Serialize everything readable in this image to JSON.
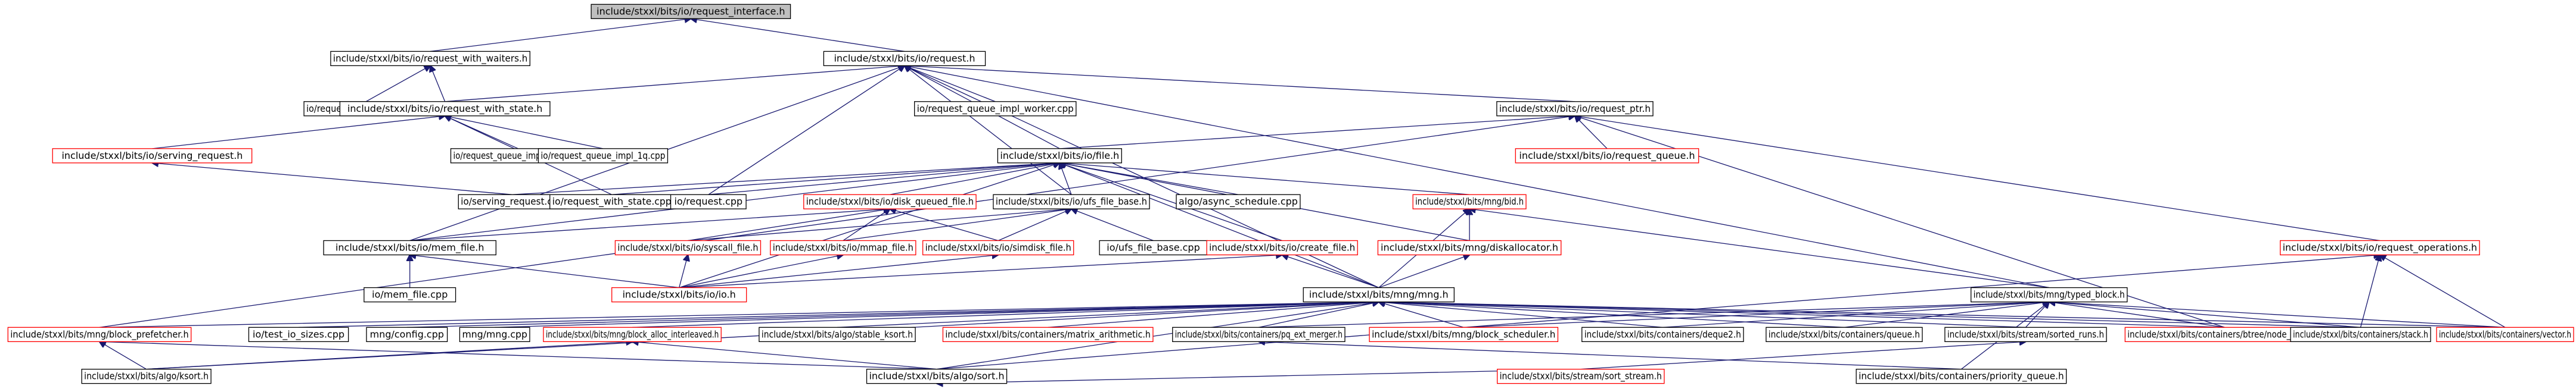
{
  "graph": {
    "edge_color": "#191970",
    "node_border": "#000000",
    "red_border": "#ff0000",
    "root_fill": "#bfbfbf",
    "nodes": [
      {
        "id": "root",
        "label": "include/stxxl/bits/io/request_interface.h",
        "style": "root"
      },
      {
        "id": "rww",
        "label": "include/stxxl/bits/io/request_with_waiters.h",
        "style": "black"
      },
      {
        "id": "req",
        "label": "include/stxxl/bits/io/request.h",
        "style": "black"
      },
      {
        "id": "rwwcpp",
        "label": "io/request_with_waiters.cpp",
        "style": "black"
      },
      {
        "id": "rws",
        "label": "include/stxxl/bits/io/request_with_state.h",
        "style": "black"
      },
      {
        "id": "rqiw",
        "label": "io/request_queue_impl_worker.cpp",
        "style": "black"
      },
      {
        "id": "rptr",
        "label": "include/stxxl/bits/io/request_ptr.h",
        "style": "black"
      },
      {
        "id": "servh",
        "label": "include/stxxl/bits/io/serving_request.h",
        "style": "red"
      },
      {
        "id": "rqiq",
        "label": "io/request_queue_impl_qwqr.cpp",
        "style": "black"
      },
      {
        "id": "rqi1",
        "label": "io/request_queue_impl_1q.cpp",
        "style": "black"
      },
      {
        "id": "rqh",
        "label": "include/stxxl/bits/io/request_queue.h",
        "style": "red"
      },
      {
        "id": "file",
        "label": "include/stxxl/bits/io/file.h",
        "style": "black"
      },
      {
        "id": "servcpp",
        "label": "io/serving_request.cpp",
        "style": "black"
      },
      {
        "id": "rwscpp",
        "label": "io/request_with_state.cpp",
        "style": "black"
      },
      {
        "id": "reqcpp",
        "label": "io/request.cpp",
        "style": "black"
      },
      {
        "id": "dqf",
        "label": "include/stxxl/bits/io/disk_queued_file.h",
        "style": "red"
      },
      {
        "id": "ufs",
        "label": "include/stxxl/bits/io/ufs_file_base.h",
        "style": "black"
      },
      {
        "id": "async",
        "label": "algo/async_schedule.cpp",
        "style": "black"
      },
      {
        "id": "bid",
        "label": "include/stxxl/bits/mng/bid.h",
        "style": "red"
      },
      {
        "id": "memf",
        "label": "include/stxxl/bits/io/mem_file.h",
        "style": "black"
      },
      {
        "id": "sysf",
        "label": "include/stxxl/bits/io/syscall_file.h",
        "style": "red"
      },
      {
        "id": "mmapf",
        "label": "include/stxxl/bits/io/mmap_file.h",
        "style": "red"
      },
      {
        "id": "simf",
        "label": "include/stxxl/bits/io/simdisk_file.h",
        "style": "red"
      },
      {
        "id": "ufscpp",
        "label": "io/ufs_file_base.cpp",
        "style": "black"
      },
      {
        "id": "cref",
        "label": "include/stxxl/bits/io/create_file.h",
        "style": "red"
      },
      {
        "id": "dalloc",
        "label": "include/stxxl/bits/mng/diskallocator.h",
        "style": "red"
      },
      {
        "id": "ropsh",
        "label": "include/stxxl/bits/io/request_operations.h",
        "style": "red"
      },
      {
        "id": "memcpp",
        "label": "io/mem_file.cpp",
        "style": "black"
      },
      {
        "id": "ioh",
        "label": "include/stxxl/bits/io/io.h",
        "style": "red"
      },
      {
        "id": "mngh",
        "label": "include/stxxl/bits/mng/mng.h",
        "style": "black"
      },
      {
        "id": "tblk",
        "label": "include/stxxl/bits/mng/typed_block.h",
        "style": "black"
      },
      {
        "id": "bpref",
        "label": "include/stxxl/bits/mng/block_prefetcher.h",
        "style": "red"
      },
      {
        "id": "iots",
        "label": "io/test_io_sizes.cpp",
        "style": "black"
      },
      {
        "id": "mngcfg",
        "label": "mng/config.cpp",
        "style": "black"
      },
      {
        "id": "mngcpp",
        "label": "mng/mng.cpp",
        "style": "black"
      },
      {
        "id": "balloc",
        "label": "include/stxxl/bits/mng/block_alloc_interleaved.h",
        "style": "red"
      },
      {
        "id": "ksort0",
        "label": "include/stxxl/bits/algo/stable_ksort.h",
        "style": "black"
      },
      {
        "id": "matarith",
        "label": "include/stxxl/bits/containers/matrix_arithmetic.h",
        "style": "red"
      },
      {
        "id": "pqext",
        "label": "include/stxxl/bits/containers/pq_ext_merger.h",
        "style": "black"
      },
      {
        "id": "bsched",
        "label": "include/stxxl/bits/mng/block_scheduler.h",
        "style": "red"
      },
      {
        "id": "deque2",
        "label": "include/stxxl/bits/containers/deque2.h",
        "style": "black"
      },
      {
        "id": "queueh",
        "label": "include/stxxl/bits/containers/queue.h",
        "style": "black"
      },
      {
        "id": "sruns",
        "label": "include/stxxl/bits/stream/sorted_runs.h",
        "style": "black"
      },
      {
        "id": "btnc",
        "label": "include/stxxl/bits/containers/btree/node_cache.h",
        "style": "red"
      },
      {
        "id": "stackh",
        "label": "include/stxxl/bits/containers/stack.h",
        "style": "black"
      },
      {
        "id": "vectorh",
        "label": "include/stxxl/bits/containers/vector.h",
        "style": "red"
      },
      {
        "id": "ksort",
        "label": "include/stxxl/bits/algo/ksort.h",
        "style": "black"
      },
      {
        "id": "sorth",
        "label": "include/stxxl/bits/algo/sort.h",
        "style": "black"
      },
      {
        "id": "sstream",
        "label": "include/stxxl/bits/stream/sort_stream.h",
        "style": "red"
      },
      {
        "id": "prioq",
        "label": "include/stxxl/bits/containers/priority_queue.h",
        "style": "black"
      }
    ],
    "edges": [
      [
        "rww",
        "root"
      ],
      [
        "req",
        "root"
      ],
      [
        "rwwcpp",
        "rww"
      ],
      [
        "rws",
        "rww"
      ],
      [
        "rws",
        "req"
      ],
      [
        "rqiw",
        "req"
      ],
      [
        "rptr",
        "req"
      ],
      [
        "file",
        "req"
      ],
      [
        "memf",
        "req"
      ],
      [
        "ufs",
        "req"
      ],
      [
        "reqcpp",
        "req"
      ],
      [
        "mngh",
        "req"
      ],
      [
        "tblk",
        "req"
      ],
      [
        "servh",
        "rws"
      ],
      [
        "rqiq",
        "rws"
      ],
      [
        "rqi1",
        "rws"
      ],
      [
        "rwscpp",
        "rws"
      ],
      [
        "servcpp",
        "servh"
      ],
      [
        "rqh",
        "rptr"
      ],
      [
        "file",
        "rptr"
      ],
      [
        "ropsh",
        "rptr"
      ],
      [
        "btnc",
        "rptr"
      ],
      [
        "bpref",
        "rptr"
      ],
      [
        "servcpp",
        "file"
      ],
      [
        "rwscpp",
        "file"
      ],
      [
        "reqcpp",
        "file"
      ],
      [
        "dqf",
        "file"
      ],
      [
        "ufs",
        "file"
      ],
      [
        "async",
        "file"
      ],
      [
        "bid",
        "file"
      ],
      [
        "memf",
        "file"
      ],
      [
        "cref",
        "file"
      ],
      [
        "dalloc",
        "file"
      ],
      [
        "mngh",
        "file"
      ],
      [
        "ioh",
        "file"
      ],
      [
        "sysf",
        "dqf"
      ],
      [
        "mmapf",
        "dqf"
      ],
      [
        "simf",
        "dqf"
      ],
      [
        "memf",
        "dqf"
      ],
      [
        "sysf",
        "ufs"
      ],
      [
        "mmapf",
        "ufs"
      ],
      [
        "simf",
        "ufs"
      ],
      [
        "ufscpp",
        "ufs"
      ],
      [
        "dalloc",
        "bid"
      ],
      [
        "tblk",
        "bid"
      ],
      [
        "mngh",
        "bid"
      ],
      [
        "memcpp",
        "memf"
      ],
      [
        "ioh",
        "memf"
      ],
      [
        "ioh",
        "sysf"
      ],
      [
        "ioh",
        "mmapf"
      ],
      [
        "ioh",
        "simf"
      ],
      [
        "ioh",
        "cref"
      ],
      [
        "mngh",
        "cref"
      ],
      [
        "mngh",
        "dalloc"
      ],
      [
        "stackh",
        "ropsh"
      ],
      [
        "vectorh",
        "ropsh"
      ],
      [
        "sorth",
        "ropsh"
      ],
      [
        "bpref",
        "mngh"
      ],
      [
        "iots",
        "mngh"
      ],
      [
        "mngcfg",
        "mngh"
      ],
      [
        "mngcpp",
        "mngh"
      ],
      [
        "balloc",
        "mngh"
      ],
      [
        "ksort0",
        "mngh"
      ],
      [
        "matarith",
        "mngh"
      ],
      [
        "pqext",
        "mngh"
      ],
      [
        "bsched",
        "mngh"
      ],
      [
        "deque2",
        "mngh"
      ],
      [
        "queueh",
        "mngh"
      ],
      [
        "sruns",
        "mngh"
      ],
      [
        "btnc",
        "mngh"
      ],
      [
        "stackh",
        "mngh"
      ],
      [
        "vectorh",
        "mngh"
      ],
      [
        "ksort",
        "mngh"
      ],
      [
        "sorth",
        "mngh"
      ],
      [
        "bsched",
        "tblk"
      ],
      [
        "deque2",
        "tblk"
      ],
      [
        "queueh",
        "tblk"
      ],
      [
        "sruns",
        "tblk"
      ],
      [
        "btnc",
        "tblk"
      ],
      [
        "stackh",
        "tblk"
      ],
      [
        "vectorh",
        "tblk"
      ],
      [
        "pqext",
        "tblk"
      ],
      [
        "prioq",
        "tblk"
      ],
      [
        "ksort",
        "bpref"
      ],
      [
        "sorth",
        "bpref"
      ],
      [
        "ksort",
        "balloc"
      ],
      [
        "sorth",
        "balloc"
      ],
      [
        "prioq",
        "pqext"
      ],
      [
        "sstream",
        "sruns"
      ],
      [
        "sstream",
        "sorth"
      ]
    ]
  }
}
